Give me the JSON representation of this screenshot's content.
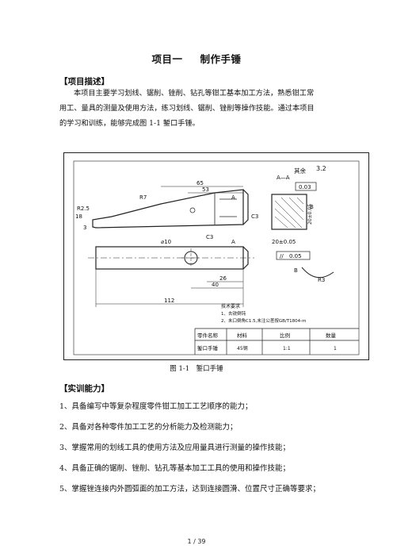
{
  "title": {
    "project": "项目一",
    "name": "制作手锤"
  },
  "description": {
    "heading": "【项目描述】",
    "lines": [
      "本项目主要学习划线、锯削、锉削、钻孔等钳工基本加工方法，熟悉钳工常",
      "用工、量具的测量及使用方法，练习划线、锯削、锉削等操作技能。通过本项目",
      "的学习和训练，能够完成图 1-1 錾口手锤。"
    ]
  },
  "drawing": {
    "dims": {
      "d65": "65",
      "d53": "53",
      "r25": "R2.5",
      "r7": "R7",
      "c3a": "C3",
      "c3b": "C3",
      "d18": "18",
      "d3": "3",
      "phi10": "⌀10",
      "d26": "26",
      "d40": "40",
      "d112": "112",
      "a1": "A",
      "a2": "A",
      "b1": "B",
      "b2": "B",
      "r3": "R3",
      "d20": "20±0.05",
      "par": "//",
      "par_val": "0.05",
      "flat": "0.03",
      "sq": "20±0.05"
    },
    "section_label": "A—A",
    "roughness": {
      "prefix": "其余",
      "value": "3.2"
    },
    "tech": {
      "heading": "技术要求",
      "items": [
        "1、去锐倒钝",
        "2、未口倒角C1.5,未注公差按GB/T1804-m"
      ]
    },
    "table": {
      "headers": [
        "零件名称",
        "材料",
        "比例",
        "数量"
      ],
      "row": [
        "錾口手锤",
        "45钢",
        "1:1",
        "1"
      ]
    }
  },
  "caption": "图 1-1　錾口手锤",
  "abilities": {
    "heading": "【实训能力】",
    "items": [
      "1、具备编写中等复杂程度零件钳工加工工艺顺序的能力；",
      "2、具备对各种零件加工工艺的分析能力及检测能力；",
      "3、掌握常用的划线工具的使用方法及应用量具进行测量的操作技能；",
      "4、具备正确的锯削、锉削、钻孔等基本加工工具的使用和操作技能；",
      "5、掌握锉连接内外圆弧面的加工方法，达到连接圆滑、位置尺寸正确等要求；"
    ]
  },
  "page": {
    "current": "1",
    "sep": "/",
    "total": "39"
  }
}
